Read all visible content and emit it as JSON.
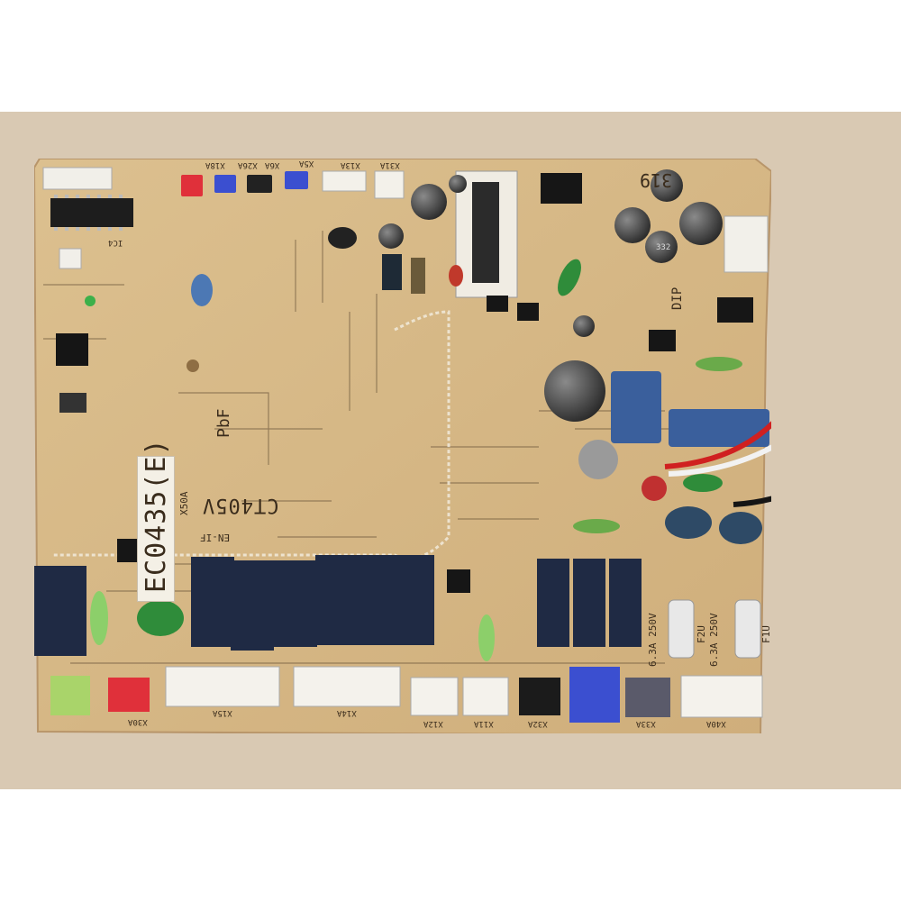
{
  "board": {
    "model": "EC0435(E)",
    "variant": "CT405V",
    "lead_free": "PbF",
    "code_319": "319",
    "dip_label": "DIP",
    "ic_label": "IC4",
    "ce_label": "EN-IF",
    "x50a": "X50A",
    "fuse_f1u": "F1U",
    "fuse_f2u": "F2U",
    "fuse_f1u_rating": "6.3A 250V",
    "fuse_f2u_rating": "6.3A 250V",
    "cap_332": "332",
    "connectors_top": [
      "X18A",
      "X26A",
      "X6A",
      "X5A",
      "X13A",
      "X31A"
    ],
    "connectors_bottom": [
      "X30A",
      "X15A",
      "X14A",
      "X12A",
      "X11A",
      "X32A",
      "X33A",
      "X40A"
    ]
  },
  "colors": {
    "pcb": "#d7b786",
    "pcb_edge": "#c49f6b",
    "relay": "#1f2a44",
    "cap_blue": "#3a5f9c",
    "wire_red": "#d02020",
    "wire_white": "#f2f2f2",
    "wire_black": "#151515",
    "conn_red": "#e0303a",
    "conn_blue": "#3b4fd0",
    "conn_green": "#a9d46a",
    "ferrite": "#2e4a66"
  }
}
